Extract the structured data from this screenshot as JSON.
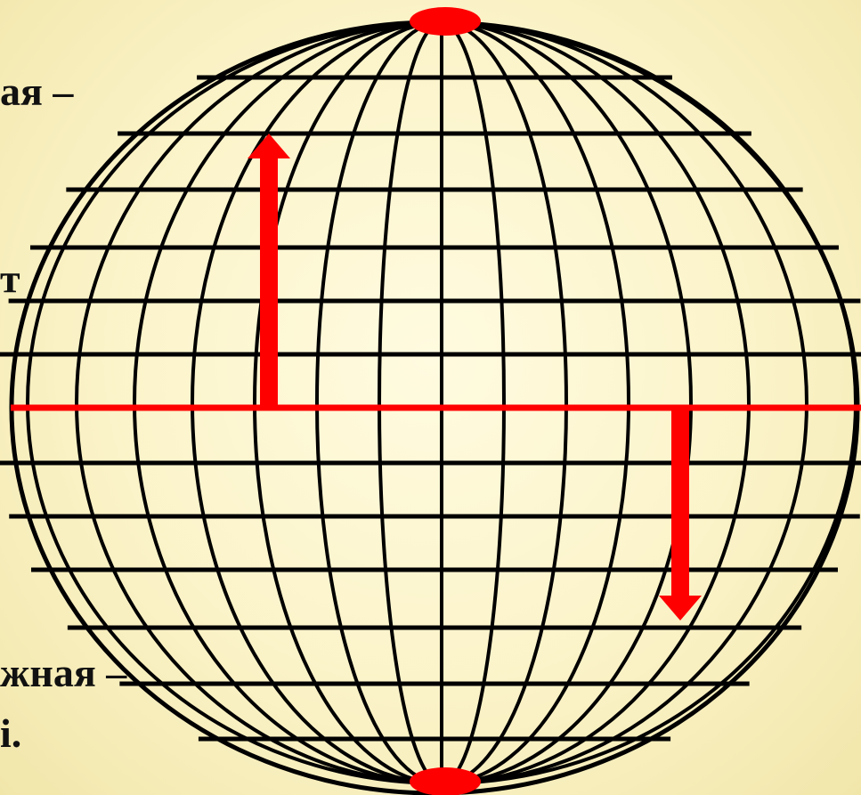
{
  "text_fragments": {
    "upper_left": "ая –",
    "middle_left": "т",
    "lower_left": "жная –",
    "bottom_left": "і."
  },
  "colors": {
    "background": "#fbf3c8",
    "grid_lines": "#000000",
    "equator": "#ff0000",
    "arrows": "#ff0000",
    "poles": "#ff0000"
  },
  "diagram": {
    "object": "globe with parallels and meridians",
    "arrows": [
      {
        "direction": "up",
        "color": "red"
      },
      {
        "direction": "down",
        "color": "red"
      }
    ],
    "poles": [
      "north",
      "south"
    ]
  }
}
